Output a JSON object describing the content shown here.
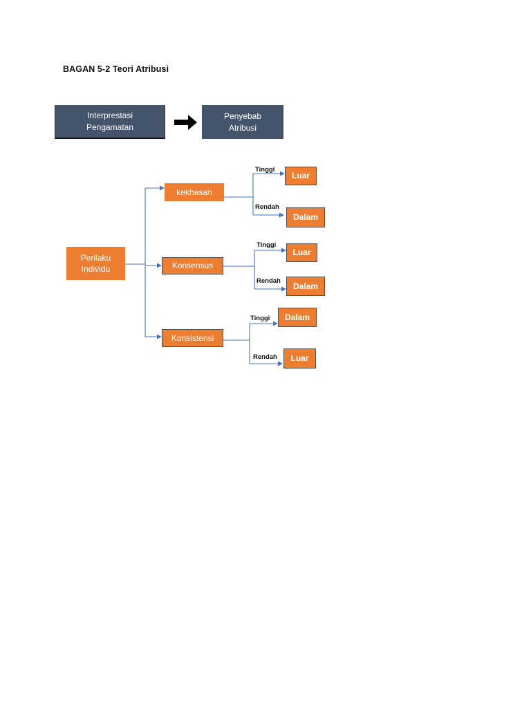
{
  "title": "BAGAN 5-2 Teori Atribusi",
  "top_flow": {
    "left_box": "Interprestasi\nPengamatan",
    "right_box": "Penyebab\nAtribusi"
  },
  "root": {
    "label": "Perilaku\nIndividu"
  },
  "factors": [
    {
      "label": "kekhasan",
      "high_label": "Tinggi",
      "high_result": "Luar",
      "low_label": "Rendah",
      "low_result": "Dalam"
    },
    {
      "label": "Konsensus",
      "high_label": "Tinggi",
      "high_result": "Luar",
      "low_label": "Rendah",
      "low_result": "Dalam"
    },
    {
      "label": "Konsistensi",
      "high_label": "Tinggi",
      "high_result": "Dalam",
      "low_label": "Rendah",
      "low_result": "Luar"
    }
  ],
  "colors": {
    "dark_box": "#44546a",
    "orange_box": "#ed7d31",
    "connector": "#4472c4",
    "arrow": "#000000"
  }
}
